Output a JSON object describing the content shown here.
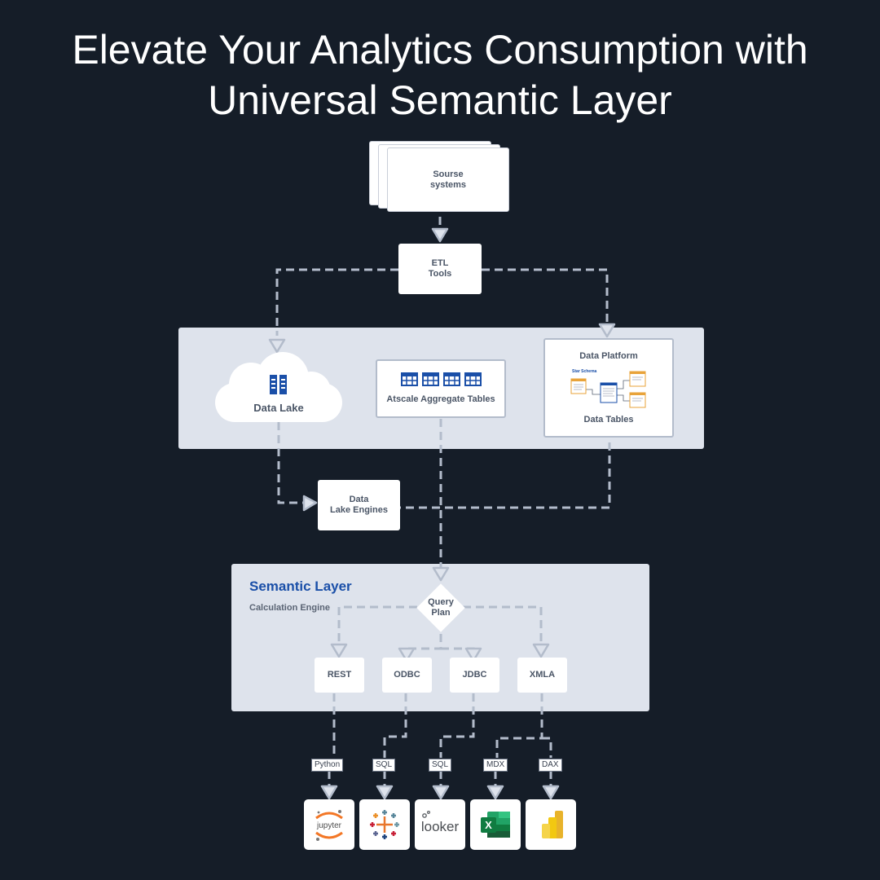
{
  "title": {
    "line1": "Elevate Your Analytics Consumption with",
    "line2": "Universal Semantic Layer"
  },
  "source": {
    "line1": "Sourse",
    "line2": "systems"
  },
  "etl": {
    "line1": "ETL",
    "line2": "Tools"
  },
  "storage": {
    "data_lake": "Data Lake",
    "aggregate_tables": "Atscale Aggregate Tables",
    "data_platform": "Data Platform",
    "star_schema": "Star Schema",
    "data_tables": "Data Tables"
  },
  "engines": {
    "line1": "Data",
    "line2": "Lake Engines"
  },
  "semantic": {
    "title": "Semantic Layer",
    "subtitle": "Calculation Engine",
    "query_line1": "Query",
    "query_line2": "Plan",
    "interfaces": [
      "REST",
      "ODBC",
      "JDBC",
      "XMLA"
    ]
  },
  "languages": [
    "Python",
    "SQL",
    "SQL",
    "MDX",
    "DAX"
  ],
  "apps": [
    {
      "icon": "jupyter-icon",
      "label": "jupyter"
    },
    {
      "icon": "tableau-icon"
    },
    {
      "icon": "looker-icon",
      "label": "looker"
    },
    {
      "icon": "excel-icon",
      "label": "X"
    },
    {
      "icon": "powerbi-icon"
    }
  ],
  "colors": {
    "background": "#151d28",
    "panel": "#dee3ec",
    "connector": "#b3bccb",
    "accent": "#1a4fa8"
  }
}
